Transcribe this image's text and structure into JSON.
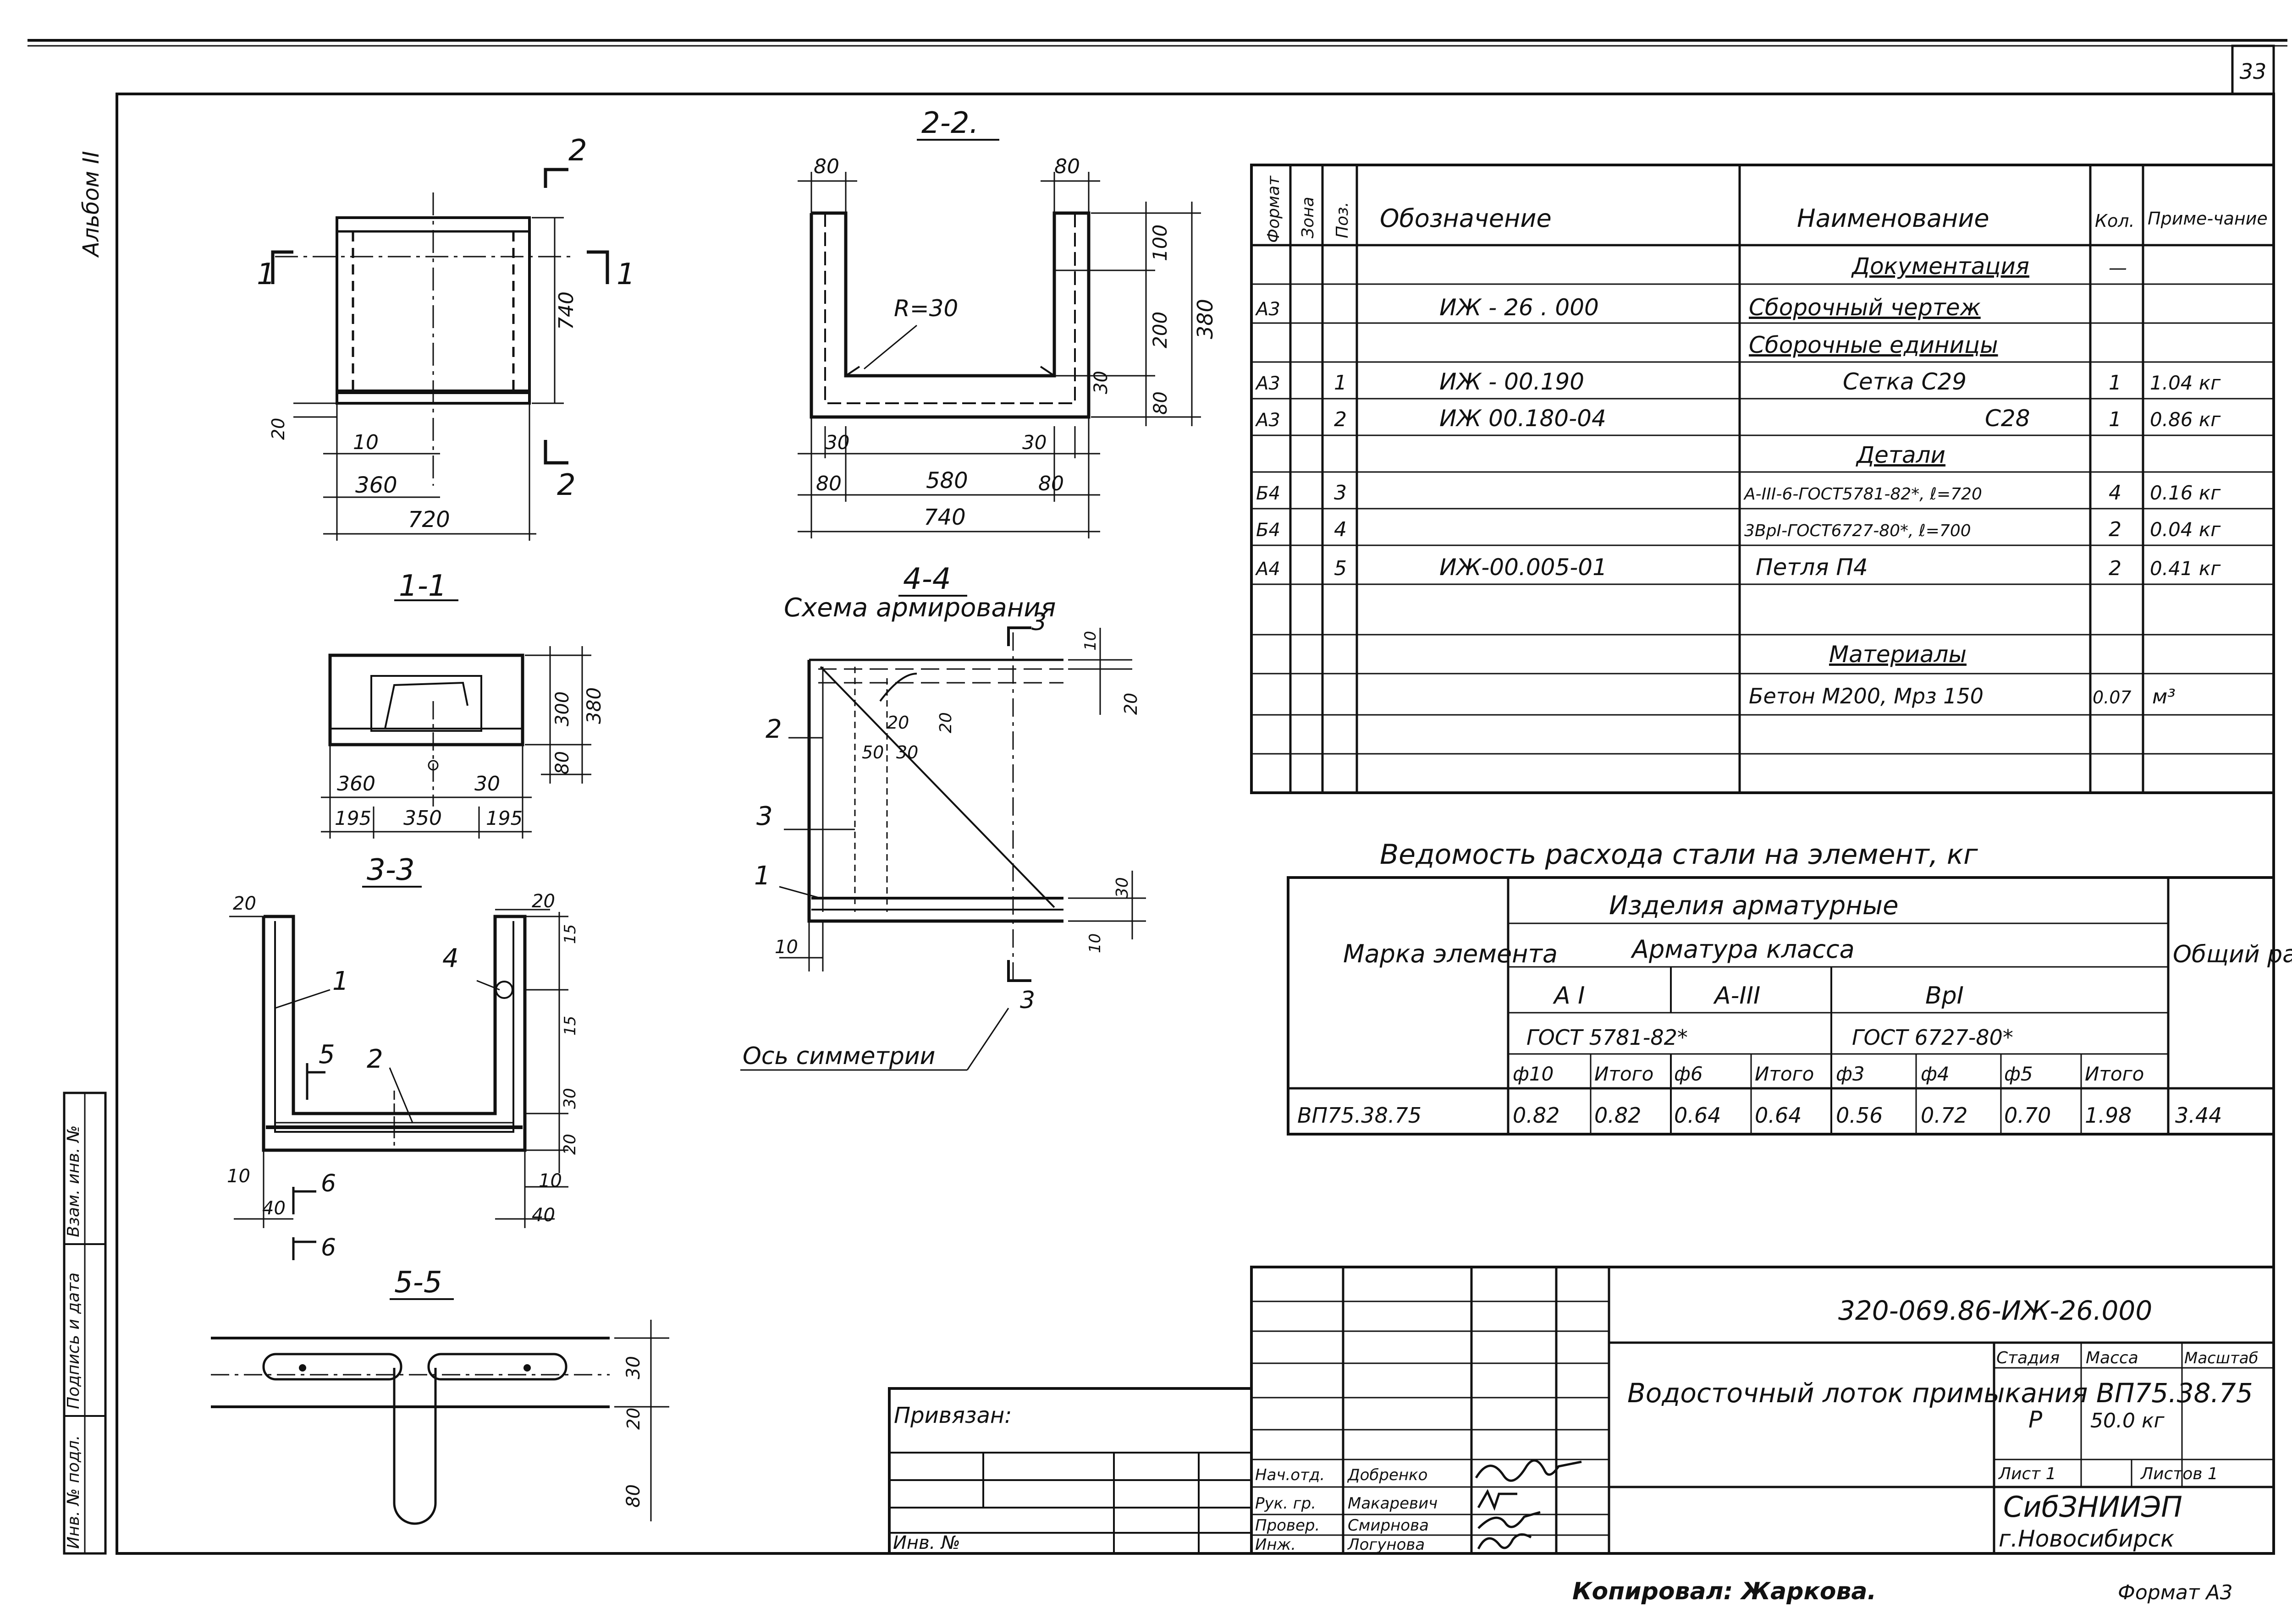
{
  "sheet_number": "33",
  "album": "Альбом II",
  "sections": {
    "s22": "2-2.",
    "s11": "1-1",
    "s33": "3-3",
    "s44": "4-4",
    "s44_caption": "Схема армирования",
    "s55": "5-5",
    "axis_note": "Ось симметрии"
  },
  "plan_dims": {
    "d740": "740",
    "d20": "20",
    "d10": "10",
    "d360": "360",
    "d720": "720",
    "cut1": "1",
    "cut2": "2"
  },
  "s22_dims": {
    "d80a": "80",
    "d80b": "80",
    "d100": "100",
    "d200": "200",
    "d380": "380",
    "d30": "30",
    "d80c": "80",
    "r30": "R=30",
    "d30a": "30",
    "d30b": "30",
    "d80d": "80",
    "d580": "580",
    "d80e": "80",
    "d740": "740"
  },
  "s11_dims": {
    "d300": "300",
    "d380": "380",
    "d80": "80",
    "d360": "360",
    "d30": "30",
    "d195a": "195",
    "d350": "350",
    "d195b": "195"
  },
  "s33_dims": {
    "d20a": "20",
    "d20b": "20",
    "d15a": "15",
    "d15b": "15",
    "d30": "30",
    "d20c": "20",
    "d10a": "10",
    "d10b": "10",
    "d40a": "40",
    "d40b": "40",
    "p1": "1",
    "p2": "2",
    "p4": "4",
    "p5": "5",
    "p6a": "6",
    "p6b": "6"
  },
  "s44_dims": {
    "d10a": "10",
    "d20a": "20",
    "d20b": "20",
    "d20c": "20",
    "d50": "50",
    "d30": "30",
    "d30b": "30",
    "d10b": "10",
    "d10c": "10",
    "p1": "1",
    "p2": "2",
    "p3": "3",
    "p3b": "3",
    "p3c": "3"
  },
  "s55_dims": {
    "d30": "30",
    "d20": "20",
    "d80": "80"
  },
  "spec": {
    "headers": {
      "format": "Формат",
      "zone": "Зона",
      "pos": "Поз.",
      "designation": "Обозначение",
      "name": "Наименование",
      "qty": "Кол.",
      "note": "Приме-чание"
    },
    "rows": [
      {
        "format": "",
        "zone": "",
        "pos": "",
        "designation": "",
        "name": "Документация",
        "qty": "—",
        "note": ""
      },
      {
        "format": "А3",
        "zone": "",
        "pos": "",
        "designation": "ИЖ - 26 . 000",
        "name": "Сборочный чертеж",
        "qty": "",
        "note": ""
      },
      {
        "format": "",
        "zone": "",
        "pos": "",
        "designation": "",
        "name": "Сборочные единицы",
        "qty": "",
        "note": ""
      },
      {
        "format": "А3",
        "zone": "",
        "pos": "1",
        "designation": "ИЖ - 00.190",
        "name": "Сетка С29",
        "qty": "1",
        "note": "1.04 кг"
      },
      {
        "format": "А3",
        "zone": "",
        "pos": "2",
        "designation": "ИЖ 00.180-04",
        "name": "С28",
        "qty": "1",
        "note": "0.86 кг"
      },
      {
        "format": "",
        "zone": "",
        "pos": "",
        "designation": "",
        "name": "Детали",
        "qty": "",
        "note": ""
      },
      {
        "format": "Б4",
        "zone": "",
        "pos": "3",
        "designation": "",
        "name": "А-III-6-ГОСТ5781-82*, ℓ=720",
        "qty": "4",
        "note": "0.16 кг"
      },
      {
        "format": "Б4",
        "zone": "",
        "pos": "4",
        "designation": "",
        "name": "3ВрI-ГОСТ6727-80*, ℓ=700",
        "qty": "2",
        "note": "0.04 кг"
      },
      {
        "format": "А4",
        "zone": "",
        "pos": "5",
        "designation": "ИЖ-00.005-01",
        "name": "Петля П4",
        "qty": "2",
        "note": "0.41 кг"
      },
      {
        "format": "",
        "zone": "",
        "pos": "",
        "designation": "",
        "name": "",
        "qty": "",
        "note": ""
      },
      {
        "format": "",
        "zone": "",
        "pos": "",
        "designation": "",
        "name": "Материалы",
        "qty": "",
        "note": ""
      },
      {
        "format": "",
        "zone": "",
        "pos": "",
        "designation": "",
        "name": "Бетон М200, Мрз 150",
        "qty": "0.07",
        "note": "м³"
      },
      {
        "format": "",
        "zone": "",
        "pos": "",
        "designation": "",
        "name": "",
        "qty": "",
        "note": ""
      }
    ]
  },
  "steel": {
    "title": "Ведомость расхода стали на элемент, кг",
    "h_items": "Изделия арматурные",
    "h_class": "Арматура класса",
    "h_mark": "Марка элемента",
    "h_total": "Общий расход",
    "h_ai": "А I",
    "h_aiii": "А-III",
    "h_vri": "ВрI",
    "h_gost1": "ГОСТ 5781-82*",
    "h_gost2": "ГОСТ 6727-80*",
    "sub": [
      "ф10",
      "Итого",
      "ф6",
      "Итого",
      "ф3",
      "ф4",
      "ф5",
      "Итого"
    ],
    "row": {
      "mark": "ВП75.38.75",
      "values": [
        "0.82",
        "0.82",
        "0.64",
        "0.64",
        "0.56",
        "0.72",
        "0.70",
        "1.98"
      ],
      "total": "3.44"
    }
  },
  "stamp": {
    "code": "320-069.86-ИЖ-26.000",
    "title": "Водосточный лоток примыкания ВП75.38.75",
    "stage_h": "Стадия",
    "mass_h": "Масса",
    "scale_h": "Масштаб",
    "stage": "Р",
    "mass": "50.0 кг",
    "sheet": "Лист 1",
    "sheets": "Листов 1",
    "org1": "СибЗНИИЭП",
    "org2": "г.Новосибирск",
    "roles": [
      "Нач.отд.",
      "Рук. гр.",
      "Провер.",
      "Инж."
    ],
    "names": [
      "Добренко",
      "Макаревич",
      "Смирнова",
      "Логунова"
    ],
    "privyazan": "Привязан:",
    "inv": "Инв. №"
  },
  "left_strip": [
    "Взам. инв. №",
    "Подпись и дата",
    "Инв. № подл."
  ],
  "footer": {
    "copied": "Копировал: Жаркова.",
    "format": "Формат А3"
  }
}
